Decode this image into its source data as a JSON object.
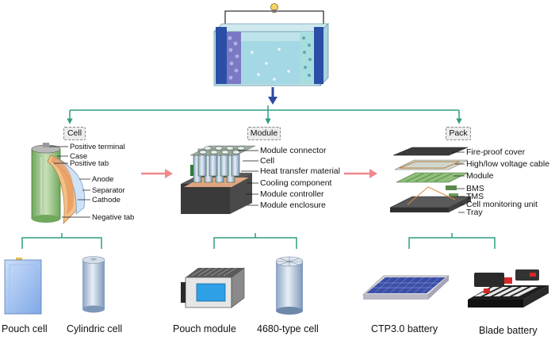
{
  "levels": {
    "cell": "Cell",
    "module": "Module",
    "pack": "Pack"
  },
  "cell_labels": {
    "positive_terminal": "Positive terminal",
    "case": "Case",
    "positive_tab": "Positive tab",
    "anode": "Anode",
    "separator": "Separator",
    "cathode": "Cathode",
    "negative_tab": "Negative tab"
  },
  "module_labels": {
    "module_connector": "Module connector",
    "cell": "Cell",
    "heat_transfer_material": "Heat transfer material",
    "cooling_component": "Cooling component",
    "module_controller": "Module controller",
    "module_enclosure": "Module enclosure"
  },
  "pack_labels": {
    "fire_proof_cover": "Fire-proof cover",
    "voltage_cable": "High/low voltage cable",
    "module": "Module",
    "bms": "BMS",
    "tms": "TMS",
    "cell_monitoring_unit": "Cell monitoring unit",
    "tray": "Tray"
  },
  "examples": {
    "pouch_cell": "Pouch cell",
    "cylindric_cell": "Cylindric cell",
    "pouch_module": "Pouch module",
    "cell_4680": "4680-type cell",
    "ctp_battery": "CTP3.0 battery",
    "blade_battery": "Blade battery"
  },
  "colors": {
    "connector": "#2e9e82",
    "arrow_down": "#2c4aa0",
    "arrow_right": "#f0888e",
    "electrolyte": "#9fd6e3",
    "electrode_left": "#7b78c4",
    "electrode_right": "#a8dde0"
  }
}
